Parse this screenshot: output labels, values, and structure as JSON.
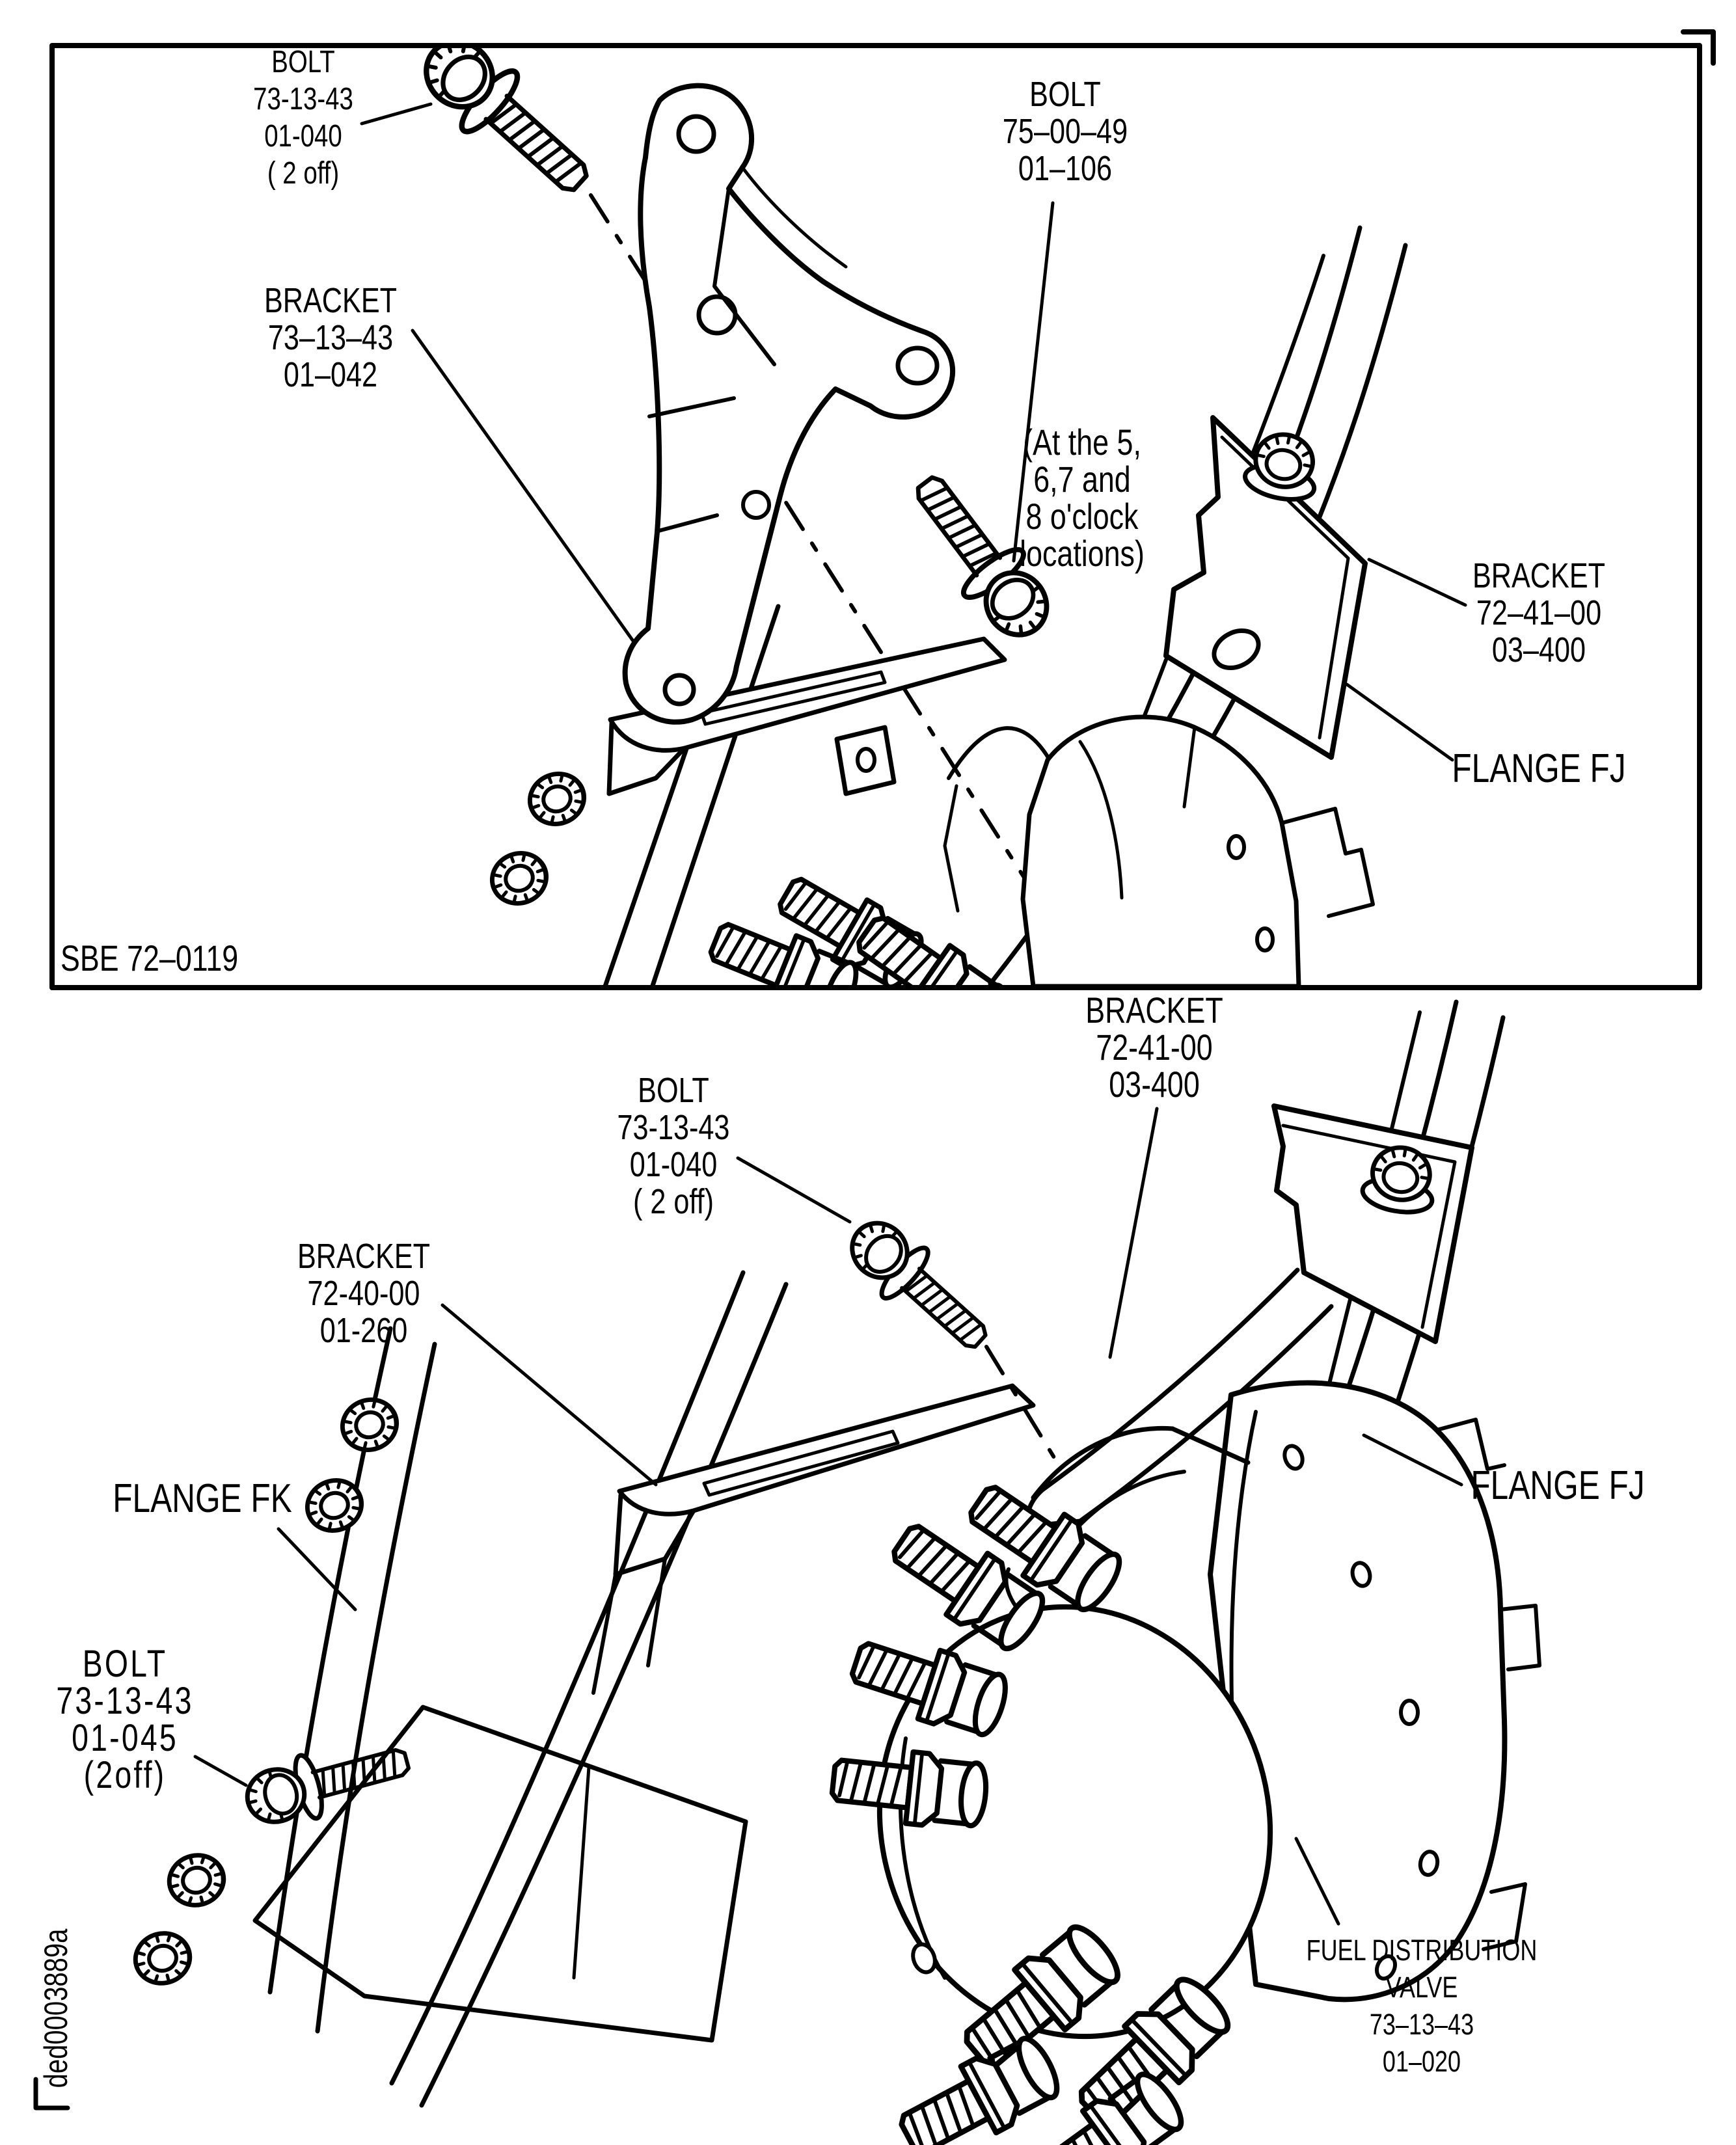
{
  "document": {
    "background": "#ffffff",
    "ink": "#000000",
    "figure_code": "SBE 72–0119",
    "document_id": "ded0003889a"
  },
  "figure_top": {
    "labels": {
      "bolt_01_040": [
        "BOLT",
        "73-13-43",
        "01-040",
        "( 2 off)"
      ],
      "bolt_75_00_49": [
        "BOLT",
        "75–00–49",
        "01–106"
      ],
      "bracket_01_042": [
        "BRACKET",
        "73–13–43",
        "01–042"
      ],
      "location_note": [
        "(At the 5,",
        "6,7 and",
        "8 o'clock",
        "locations)"
      ],
      "bracket_03_400": [
        "BRACKET",
        "72–41–00",
        "03–400"
      ],
      "flange_fj": "FLANGE FJ"
    }
  },
  "figure_bottom": {
    "labels": {
      "bracket_03_400": [
        "BRACKET",
        "72-41-00",
        "03-400"
      ],
      "bolt_01_040": [
        "BOLT",
        "73-13-43",
        "01-040",
        "( 2 off)"
      ],
      "bracket_01_260": [
        "BRACKET",
        "72-40-00",
        "01-260"
      ],
      "flange_fk": "FLANGE FK",
      "bolt_01_045": [
        "BOLT",
        "73-13-43",
        "01-045",
        "(2off)"
      ],
      "flange_fj": "FLANGE FJ",
      "fuel_distribution_valve": [
        "FUEL DISTRIBUTION",
        "VALVE",
        "73–13–43",
        "01–020"
      ]
    }
  }
}
